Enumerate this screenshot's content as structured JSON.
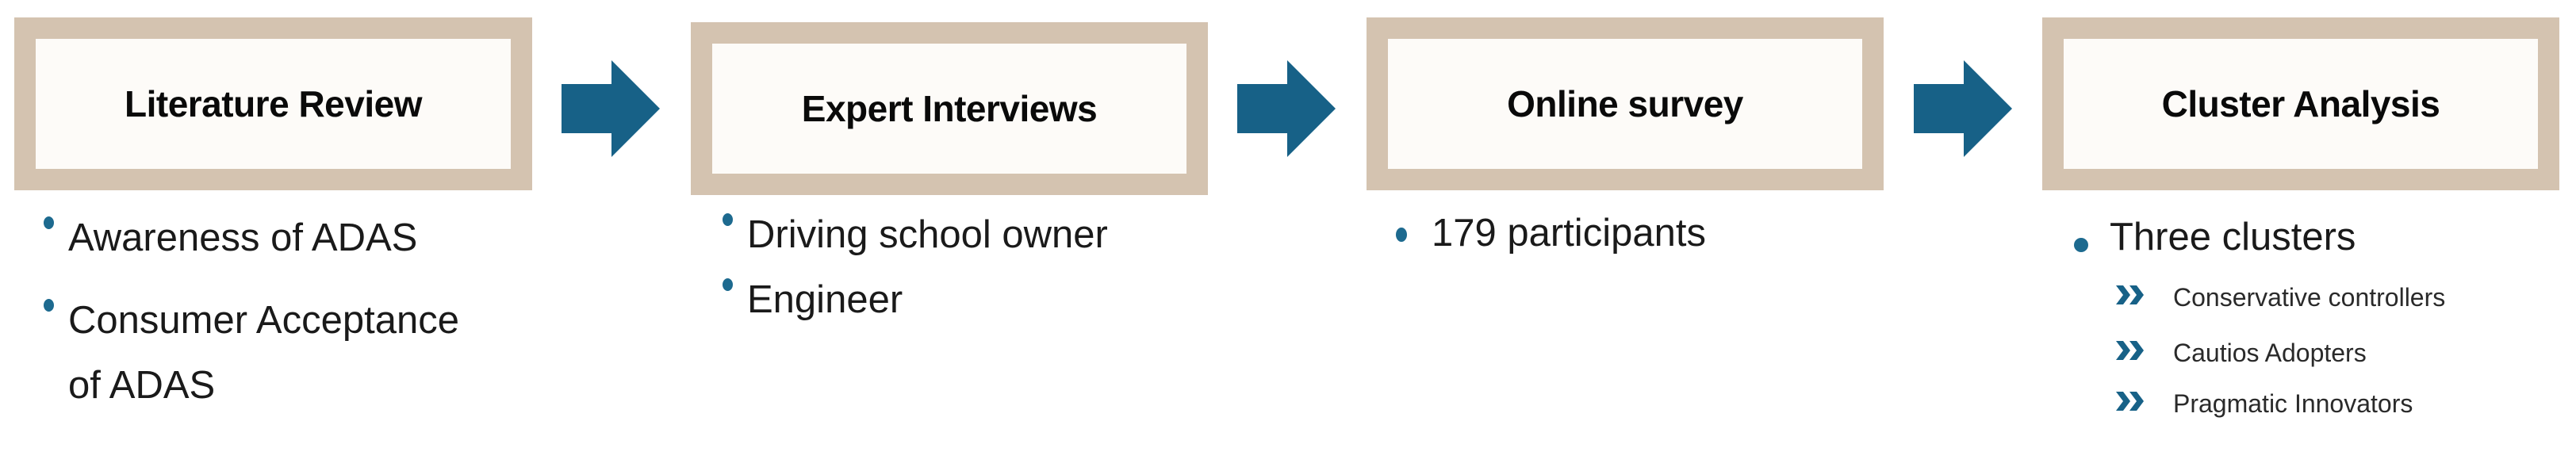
{
  "colors": {
    "box_border": "#d4c3b0",
    "box_fill": "#fdfbf8",
    "accent_blue": "#176187",
    "text": "#1a1a1a"
  },
  "stages": [
    {
      "title": "Literature Review",
      "items": [
        {
          "lines": [
            "Awareness of ADAS"
          ]
        },
        {
          "lines": [
            "Consumer Acceptance",
            "of ADAS"
          ]
        }
      ]
    },
    {
      "title": "Expert Interviews",
      "items": [
        {
          "lines": [
            "Driving school owner"
          ]
        },
        {
          "lines": [
            "Engineer"
          ]
        }
      ]
    },
    {
      "title": "Online survey",
      "items": [
        {
          "lines": [
            "179 participants"
          ]
        }
      ]
    },
    {
      "title": "Cluster Analysis",
      "items": [
        {
          "lines": [
            "Three clusters"
          ]
        }
      ],
      "subitems": [
        {
          "label": "Conservative controllers",
          "icon": "double-chevron-right-icon"
        },
        {
          "label": "Cautios Adopters",
          "icon": "double-chevron-right-icon"
        },
        {
          "label": "Pragmatic Innovators",
          "icon": "double-chevron-right-icon"
        }
      ]
    }
  ],
  "connectors": [
    {
      "icon": "arrow-right-icon"
    },
    {
      "icon": "arrow-right-icon"
    },
    {
      "icon": "arrow-right-icon"
    }
  ]
}
